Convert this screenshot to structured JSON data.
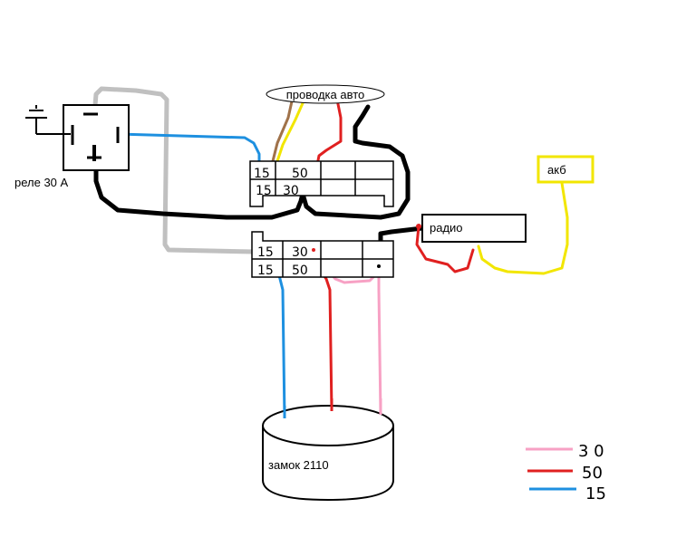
{
  "labels": {
    "wiring": "проводка авто",
    "relay": "реле 30 А",
    "radio": "радио",
    "battery": "акб",
    "lock": "замок 2110"
  },
  "upper_connector": {
    "pins": [
      "15",
      "50",
      "15",
      "30"
    ]
  },
  "lower_connector": {
    "pins": [
      "15",
      "30",
      "15",
      "50"
    ]
  },
  "legend": [
    {
      "label": "3 0",
      "color": "#f7a1c4"
    },
    {
      "label": "50",
      "color": "#e02020"
    },
    {
      "label": "15",
      "color": "#1e90e0"
    }
  ],
  "colors": {
    "black": "#000000",
    "gray": "#c0c0c0",
    "brown": "#a0724a",
    "yellow": "#f2e600",
    "red": "#e02020",
    "blue": "#1e90e0",
    "pink": "#f7a1c4"
  }
}
